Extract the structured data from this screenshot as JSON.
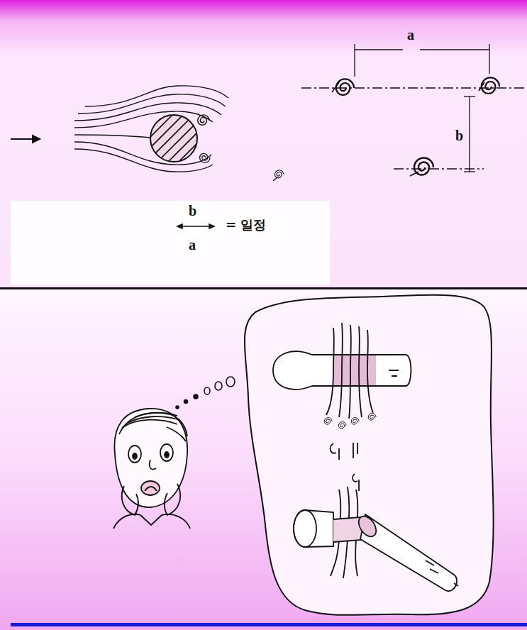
{
  "diagram": {
    "labels": [
      "a",
      "b",
      "b",
      "= 일정",
      "a"
    ]
  }
}
